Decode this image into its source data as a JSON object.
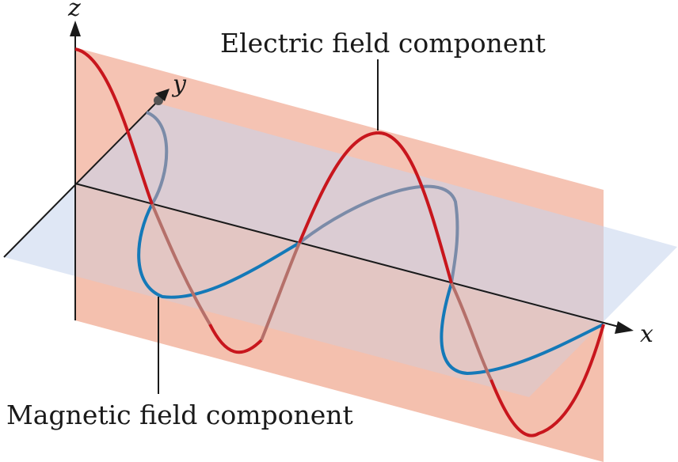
{
  "labels": {
    "electric": "Electric field component",
    "magnetic": "Magnetic field component"
  },
  "axes": {
    "x": "x",
    "y": "y",
    "z": "z"
  },
  "colors": {
    "electric_wave": "#c8161d",
    "electric_wave_hidden": "#b5706a",
    "magnetic_wave": "#1479b8",
    "magnetic_wave_hidden": "#7b8ba8",
    "vertical_plane": "#f3b9a6",
    "horizontal_plane": "#c4d3ec",
    "axis": "#1a1a1a"
  },
  "icons": {
    "axis_arrowheads": "arrow-icon"
  }
}
